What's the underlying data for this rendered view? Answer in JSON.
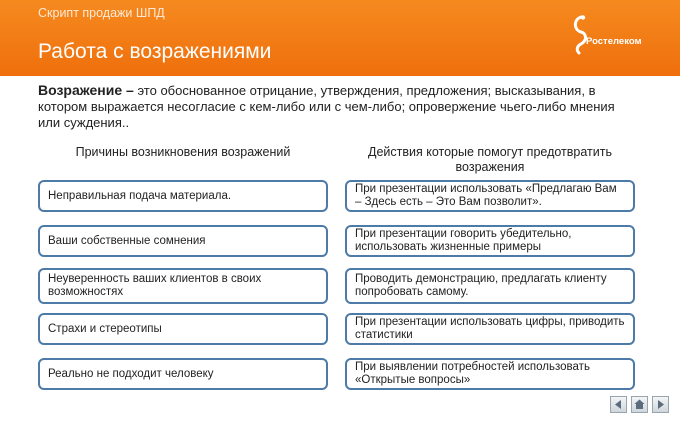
{
  "header": {
    "subtitle": "Скрипт продажи ШПД",
    "title": "Работа с возражениями",
    "logo_text": "Ростелеком"
  },
  "definition": {
    "term": "Возражение –",
    "text": " это обоснованное отрицание, утверждения, предложения; высказывания, в котором выражается несогласие с кем-либо или с чем-либо; опровержение чьего-либо мнения или суждения.."
  },
  "columns": {
    "left_header": "Причины возникновения возражений",
    "right_header": "Действия которые помогут предотвратить возражения"
  },
  "rows": [
    {
      "reason": "Неправильная подача материала.",
      "action": "При презентации использовать  «Предлагаю Вам – Здесь есть – Это Вам позволит»."
    },
    {
      "reason": "Ваши собственные сомнения",
      "action": "При презентации говорить убедительно, использовать жизненные примеры"
    },
    {
      "reason": "Неуверенность ваших клиентов в своих возможностях",
      "action": "Проводить демонстрацию, предлагать клиенту попробовать самому."
    },
    {
      "reason": "Страхи и стереотипы",
      "action": "При презентации использовать цифры, приводить статистики"
    },
    {
      "reason": "Реально не подходит человеку",
      "action": "При выявлении потребностей использовать «Открытые вопросы»"
    }
  ],
  "colors": {
    "header_orange": "#f07a12",
    "box_border": "#4d7aa6"
  },
  "nav": {
    "icons": [
      "prev-icon",
      "home-icon",
      "next-icon"
    ]
  }
}
